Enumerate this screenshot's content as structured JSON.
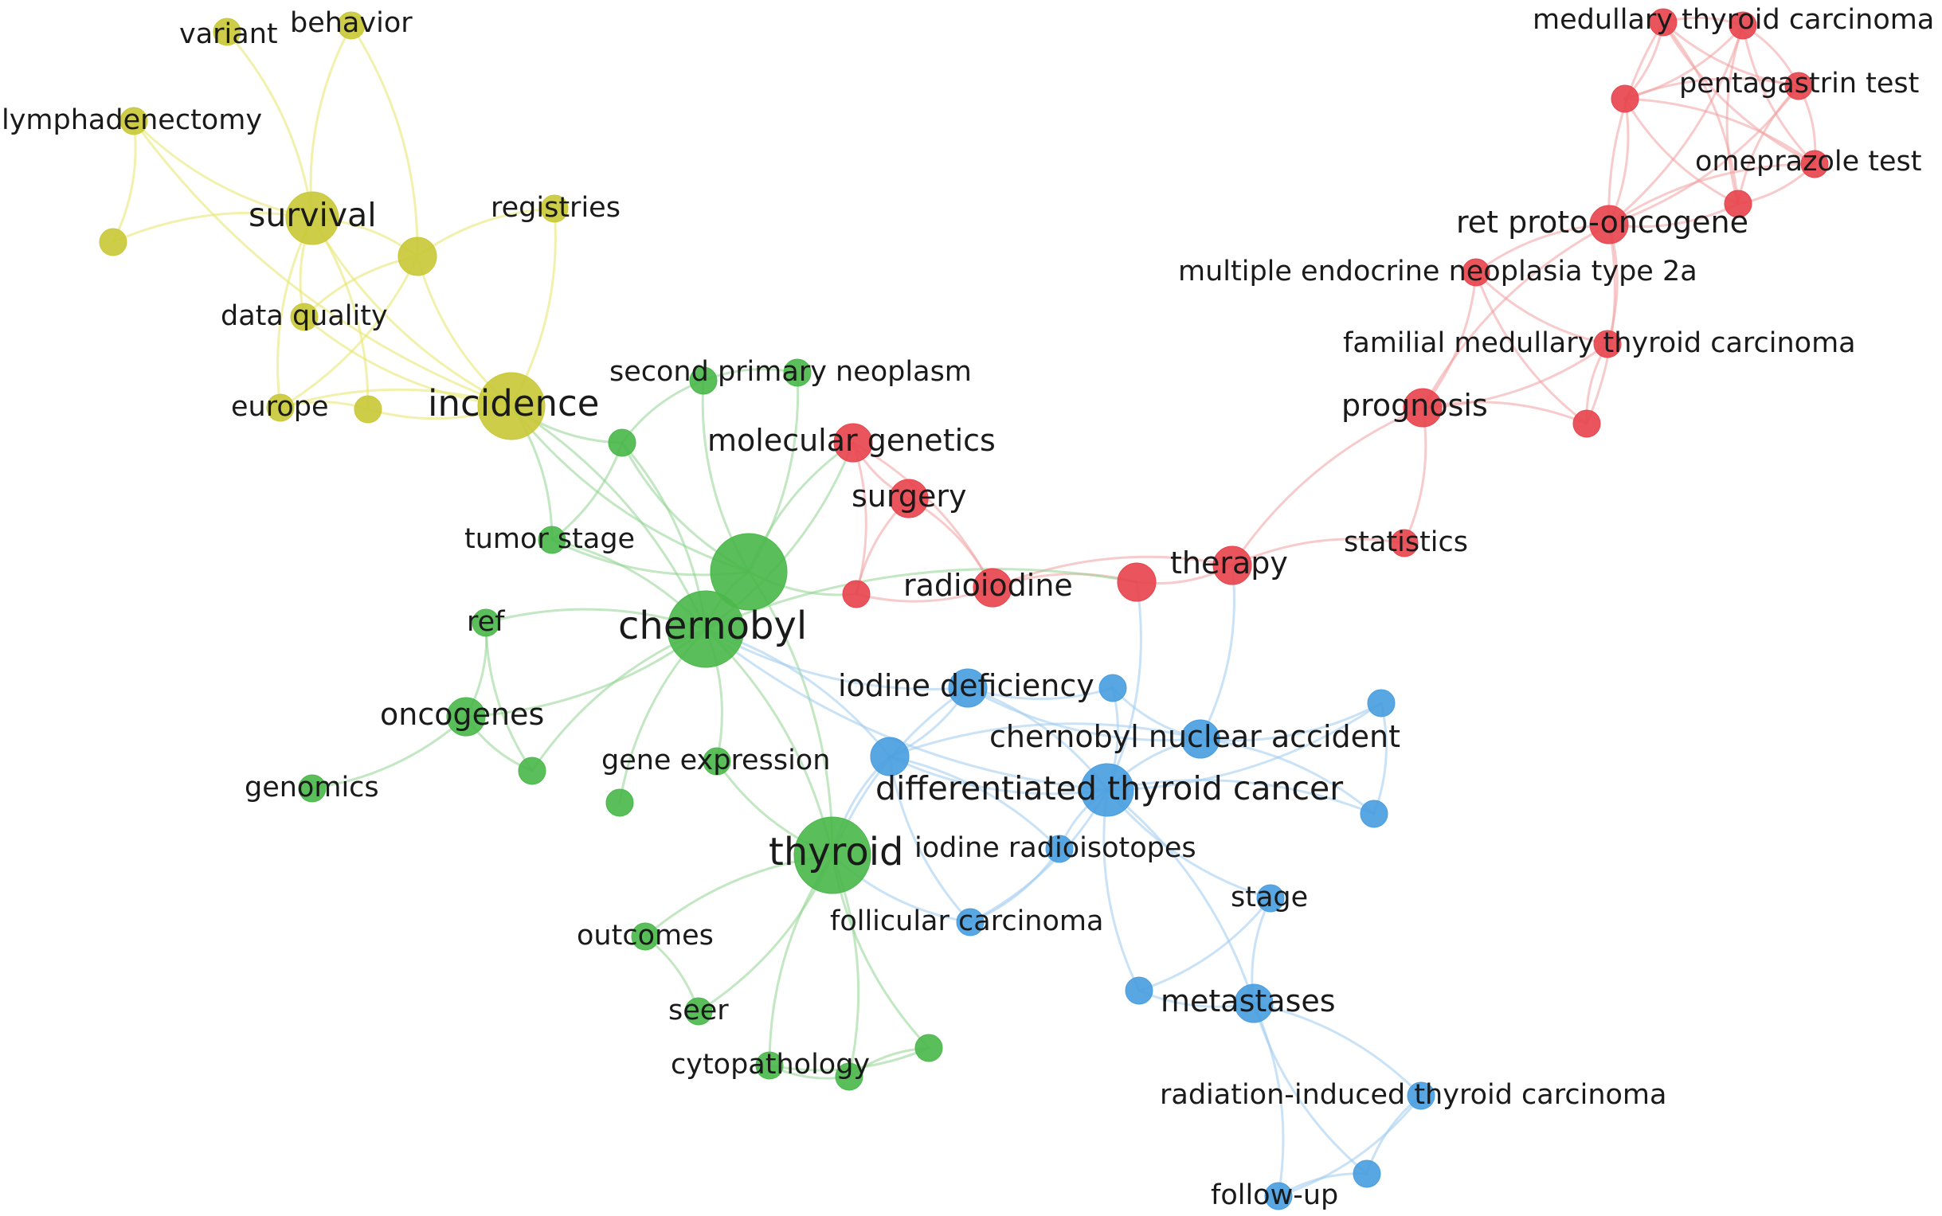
{
  "clusters": {
    "yellow": "#c9c93a",
    "green": "#4cb84c",
    "red": "#e8454e",
    "blue": "#4a9ee0"
  },
  "edge_colors": {
    "yellow": "#e6e66a",
    "green": "#8fd48f",
    "red": "#f0a0a0",
    "blue": "#9ecbef"
  },
  "nodes": [
    {
      "id": "variant",
      "label": "variant",
      "cluster": "yellow",
      "weight": 1
    },
    {
      "id": "behavior",
      "label": "behavior",
      "cluster": "yellow",
      "weight": 1
    },
    {
      "id": "lymphadenectomy",
      "label": "lymphadenectomy",
      "cluster": "yellow",
      "weight": 1
    },
    {
      "id": "y_unlabeled_1",
      "label": "",
      "cluster": "yellow",
      "weight": 1
    },
    {
      "id": "survival",
      "label": "survival",
      "cluster": "yellow",
      "weight": 3
    },
    {
      "id": "y_unlabeled_2",
      "label": "",
      "cluster": "yellow",
      "weight": 2
    },
    {
      "id": "registries",
      "label": "registries",
      "cluster": "yellow",
      "weight": 1
    },
    {
      "id": "data_quality",
      "label": "data quality",
      "cluster": "yellow",
      "weight": 1
    },
    {
      "id": "europe",
      "label": "europe",
      "cluster": "yellow",
      "weight": 1
    },
    {
      "id": "y_unlabeled_3",
      "label": "",
      "cluster": "yellow",
      "weight": 1
    },
    {
      "id": "incidence",
      "label": "incidence",
      "cluster": "yellow",
      "weight": 4
    },
    {
      "id": "second_primary_neoplasm",
      "label": "second primary neoplasm",
      "cluster": "green",
      "weight": 1
    },
    {
      "id": "g_unlabeled_1",
      "label": "",
      "cluster": "green",
      "weight": 1
    },
    {
      "id": "g_unlabeled_2",
      "label": "",
      "cluster": "green",
      "weight": 1
    },
    {
      "id": "tumor_stage",
      "label": "tumor stage",
      "cluster": "green",
      "weight": 1
    },
    {
      "id": "g_hub",
      "label": "",
      "cluster": "green",
      "weight": 5
    },
    {
      "id": "chernobyl",
      "label": "chernobyl",
      "cluster": "green",
      "weight": 5
    },
    {
      "id": "ref",
      "label": "ref",
      "cluster": "green",
      "weight": 1
    },
    {
      "id": "oncogenes",
      "label": "oncogenes",
      "cluster": "green",
      "weight": 2
    },
    {
      "id": "genomics",
      "label": "genomics",
      "cluster": "green",
      "weight": 1
    },
    {
      "id": "g_unlabeled_3",
      "label": "",
      "cluster": "green",
      "weight": 1
    },
    {
      "id": "gene_expression",
      "label": "gene expression",
      "cluster": "green",
      "weight": 1
    },
    {
      "id": "g_unlabeled_4",
      "label": "",
      "cluster": "green",
      "weight": 1
    },
    {
      "id": "thyroid",
      "label": "thyroid",
      "cluster": "green",
      "weight": 5
    },
    {
      "id": "outcomes",
      "label": "outcomes",
      "cluster": "green",
      "weight": 1
    },
    {
      "id": "seer",
      "label": "seer",
      "cluster": "green",
      "weight": 1
    },
    {
      "id": "cytopathology",
      "label": "cytopathology",
      "cluster": "green",
      "weight": 1
    },
    {
      "id": "g_unlabeled_5",
      "label": "",
      "cluster": "green",
      "weight": 1
    },
    {
      "id": "g_unlabeled_6",
      "label": "",
      "cluster": "green",
      "weight": 1
    },
    {
      "id": "medullary_thyroid_carcinoma",
      "label": "medullary thyroid carcinoma",
      "cluster": "red",
      "weight": 1
    },
    {
      "id": "r_unlabeled_1",
      "label": "",
      "cluster": "red",
      "weight": 1
    },
    {
      "id": "pentagastrin_test",
      "label": "pentagastrin test",
      "cluster": "red",
      "weight": 1
    },
    {
      "id": "r_unlabeled_2",
      "label": "",
      "cluster": "red",
      "weight": 1
    },
    {
      "id": "omeprazole_test",
      "label": "omeprazole test",
      "cluster": "red",
      "weight": 1
    },
    {
      "id": "r_unlabeled_3",
      "label": "",
      "cluster": "red",
      "weight": 1
    },
    {
      "id": "ret_proto_oncogene",
      "label": "ret proto-oncogene",
      "cluster": "red",
      "weight": 2
    },
    {
      "id": "men2a",
      "label": "multiple endocrine neoplasia type 2a",
      "cluster": "red",
      "weight": 1
    },
    {
      "id": "familial_mtc",
      "label": "familial medullary thyroid carcinoma",
      "cluster": "red",
      "weight": 1
    },
    {
      "id": "prognosis",
      "label": "prognosis",
      "cluster": "red",
      "weight": 2
    },
    {
      "id": "r_unlabeled_4",
      "label": "",
      "cluster": "red",
      "weight": 1
    },
    {
      "id": "molecular_genetics",
      "label": "molecular genetics",
      "cluster": "red",
      "weight": 2
    },
    {
      "id": "surgery",
      "label": "surgery",
      "cluster": "red",
      "weight": 2
    },
    {
      "id": "r_unlabeled_5",
      "label": "",
      "cluster": "red",
      "weight": 1
    },
    {
      "id": "radioiodine",
      "label": "radioiodine",
      "cluster": "red",
      "weight": 2
    },
    {
      "id": "r_unlabeled_6",
      "label": "",
      "cluster": "red",
      "weight": 2
    },
    {
      "id": "therapy",
      "label": "therapy",
      "cluster": "red",
      "weight": 2
    },
    {
      "id": "statistics",
      "label": "statistics",
      "cluster": "red",
      "weight": 1
    },
    {
      "id": "iodine_deficiency",
      "label": "iodine deficiency",
      "cluster": "blue",
      "weight": 2
    },
    {
      "id": "b_unlabeled_1",
      "label": "",
      "cluster": "blue",
      "weight": 1
    },
    {
      "id": "b_unlabeled_2",
      "label": "",
      "cluster": "blue",
      "weight": 2
    },
    {
      "id": "chernobyl_nuclear_accident",
      "label": "chernobyl nuclear accident",
      "cluster": "blue",
      "weight": 2
    },
    {
      "id": "b_unlabeled_3",
      "label": "",
      "cluster": "blue",
      "weight": 1
    },
    {
      "id": "b_unlabeled_4",
      "label": "",
      "cluster": "blue",
      "weight": 1
    },
    {
      "id": "differentiated_thyroid_cancer",
      "label": "differentiated thyroid cancer",
      "cluster": "blue",
      "weight": 3
    },
    {
      "id": "iodine_radioisotopes",
      "label": "iodine radioisotopes",
      "cluster": "blue",
      "weight": 1
    },
    {
      "id": "follicular_carcinoma",
      "label": "follicular carcinoma",
      "cluster": "blue",
      "weight": 1
    },
    {
      "id": "stage",
      "label": "stage",
      "cluster": "blue",
      "weight": 1
    },
    {
      "id": "b_unlabeled_5",
      "label": "",
      "cluster": "blue",
      "weight": 1
    },
    {
      "id": "metastases",
      "label": "metastases",
      "cluster": "blue",
      "weight": 2
    },
    {
      "id": "radiation_induced_tc",
      "label": "radiation-induced thyroid carcinoma",
      "cluster": "blue",
      "weight": 1
    },
    {
      "id": "b_unlabeled_6",
      "label": "",
      "cluster": "blue",
      "weight": 1
    },
    {
      "id": "follow_up",
      "label": "follow-up",
      "cluster": "blue",
      "weight": 1
    }
  ],
  "edges": [
    [
      "variant",
      "survival"
    ],
    [
      "behavior",
      "survival"
    ],
    [
      "behavior",
      "y_unlabeled_2"
    ],
    [
      "lymphadenectomy",
      "survival"
    ],
    [
      "lymphadenectomy",
      "y_unlabeled_1"
    ],
    [
      "lymphadenectomy",
      "incidence"
    ],
    [
      "y_unlabeled_1",
      "survival"
    ],
    [
      "survival",
      "incidence"
    ],
    [
      "survival",
      "y_unlabeled_2"
    ],
    [
      "survival",
      "data_quality"
    ],
    [
      "survival",
      "y_unlabeled_3"
    ],
    [
      "survival",
      "europe"
    ],
    [
      "y_unlabeled_2",
      "registries"
    ],
    [
      "y_unlabeled_2",
      "incidence"
    ],
    [
      "y_unlabeled_2",
      "europe"
    ],
    [
      "y_unlabeled_2",
      "data_quality"
    ],
    [
      "registries",
      "incidence"
    ],
    [
      "data_quality",
      "incidence"
    ],
    [
      "europe",
      "incidence"
    ],
    [
      "y_unlabeled_3",
      "incidence"
    ],
    [
      "europe",
      "y_unlabeled_3"
    ],
    [
      "incidence",
      "g_unlabeled_2"
    ],
    [
      "incidence",
      "tumor_stage"
    ],
    [
      "incidence",
      "g_hub"
    ],
    [
      "incidence",
      "chernobyl"
    ],
    [
      "g_unlabeled_1",
      "g_hub"
    ],
    [
      "g_unlabeled_1",
      "second_primary_neoplasm"
    ],
    [
      "g_unlabeled_1",
      "g_unlabeled_2"
    ],
    [
      "g_unlabeled_2",
      "tumor_stage"
    ],
    [
      "g_unlabeled_2",
      "g_hub"
    ],
    [
      "g_unlabeled_2",
      "chernobyl"
    ],
    [
      "tumor_stage",
      "g_hub"
    ],
    [
      "tumor_stage",
      "chernobyl"
    ],
    [
      "g_hub",
      "chernobyl"
    ],
    [
      "g_hub",
      "thyroid"
    ],
    [
      "g_hub",
      "second_primary_neoplasm"
    ],
    [
      "chernobyl",
      "thyroid"
    ],
    [
      "chernobyl",
      "ref"
    ],
    [
      "chernobyl",
      "oncogenes"
    ],
    [
      "chernobyl",
      "g_unlabeled_3"
    ],
    [
      "chernobyl",
      "gene_expression"
    ],
    [
      "chernobyl",
      "g_unlabeled_4"
    ],
    [
      "ref",
      "oncogenes"
    ],
    [
      "ref",
      "g_unlabeled_3"
    ],
    [
      "oncogenes",
      "genomics"
    ],
    [
      "oncogenes",
      "g_unlabeled_3"
    ],
    [
      "thyroid",
      "gene_expression"
    ],
    [
      "thyroid",
      "outcomes"
    ],
    [
      "thyroid",
      "seer"
    ],
    [
      "thyroid",
      "cytopathology"
    ],
    [
      "thyroid",
      "g_unlabeled_5"
    ],
    [
      "thyroid",
      "g_unlabeled_6"
    ],
    [
      "outcomes",
      "seer"
    ],
    [
      "cytopathology",
      "g_unlabeled_5"
    ],
    [
      "g_unlabeled_5",
      "g_unlabeled_6"
    ],
    [
      "cytopathology",
      "g_unlabeled_6"
    ],
    [
      "medullary_thyroid_carcinoma",
      "r_unlabeled_1"
    ],
    [
      "medullary_thyroid_carcinoma",
      "pentagastrin_test"
    ],
    [
      "medullary_thyroid_carcinoma",
      "r_unlabeled_2"
    ],
    [
      "medullary_thyroid_carcinoma",
      "omeprazole_test"
    ],
    [
      "medullary_thyroid_carcinoma",
      "r_unlabeled_3"
    ],
    [
      "medullary_thyroid_carcinoma",
      "ret_proto_oncogene"
    ],
    [
      "r_unlabeled_1",
      "pentagastrin_test"
    ],
    [
      "r_unlabeled_1",
      "r_unlabeled_2"
    ],
    [
      "r_unlabeled_1",
      "omeprazole_test"
    ],
    [
      "r_unlabeled_1",
      "r_unlabeled_3"
    ],
    [
      "r_unlabeled_1",
      "ret_proto_oncogene"
    ],
    [
      "pentagastrin_test",
      "r_unlabeled_2"
    ],
    [
      "pentagastrin_test",
      "omeprazole_test"
    ],
    [
      "pentagastrin_test",
      "r_unlabeled_3"
    ],
    [
      "pentagastrin_test",
      "ret_proto_oncogene"
    ],
    [
      "r_unlabeled_2",
      "omeprazole_test"
    ],
    [
      "r_unlabeled_2",
      "ret_proto_oncogene"
    ],
    [
      "r_unlabeled_2",
      "r_unlabeled_3"
    ],
    [
      "omeprazole_test",
      "r_unlabeled_3"
    ],
    [
      "omeprazole_test",
      "ret_proto_oncogene"
    ],
    [
      "r_unlabeled_3",
      "ret_proto_oncogene"
    ],
    [
      "ret_proto_oncogene",
      "men2a"
    ],
    [
      "ret_proto_oncogene",
      "familial_mtc"
    ],
    [
      "ret_proto_oncogene",
      "prognosis"
    ],
    [
      "ret_proto_oncogene",
      "r_unlabeled_4"
    ],
    [
      "men2a",
      "familial_mtc"
    ],
    [
      "men2a",
      "prognosis"
    ],
    [
      "men2a",
      "r_unlabeled_4"
    ],
    [
      "familial_mtc",
      "prognosis"
    ],
    [
      "familial_mtc",
      "r_unlabeled_4"
    ],
    [
      "prognosis",
      "r_unlabeled_4"
    ],
    [
      "prognosis",
      "therapy"
    ],
    [
      "prognosis",
      "statistics"
    ],
    [
      "statistics",
      "therapy"
    ],
    [
      "therapy",
      "r_unlabeled_6"
    ],
    [
      "therapy",
      "radioiodine"
    ],
    [
      "therapy",
      "chernobyl_nuclear_accident"
    ],
    [
      "r_unlabeled_6",
      "radioiodine"
    ],
    [
      "r_unlabeled_6",
      "differentiated_thyroid_cancer"
    ],
    [
      "radioiodine",
      "surgery"
    ],
    [
      "radioiodine",
      "r_unlabeled_5"
    ],
    [
      "radioiodine",
      "molecular_genetics"
    ],
    [
      "surgery",
      "molecular_genetics"
    ],
    [
      "surgery",
      "r_unlabeled_5"
    ],
    [
      "molecular_genetics",
      "r_unlabeled_5"
    ],
    [
      "molecular_genetics",
      "g_hub"
    ],
    [
      "r_unlabeled_5",
      "g_hub"
    ],
    [
      "r_unlabeled_6",
      "chernobyl"
    ],
    [
      "molecular_genetics",
      "chernobyl"
    ],
    [
      "chernobyl",
      "iodine_deficiency"
    ],
    [
      "chernobyl",
      "b_unlabeled_2"
    ],
    [
      "chernobyl",
      "differentiated_thyroid_cancer"
    ],
    [
      "thyroid",
      "b_unlabeled_2"
    ],
    [
      "thyroid",
      "follicular_carcinoma"
    ],
    [
      "thyroid",
      "iodine_deficiency"
    ],
    [
      "iodine_deficiency",
      "b_unlabeled_1"
    ],
    [
      "iodine_deficiency",
      "b_unlabeled_2"
    ],
    [
      "iodine_deficiency",
      "chernobyl_nuclear_accident"
    ],
    [
      "iodine_deficiency",
      "differentiated_thyroid_cancer"
    ],
    [
      "b_unlabeled_1",
      "chernobyl_nuclear_accident"
    ],
    [
      "b_unlabeled_1",
      "differentiated_thyroid_cancer"
    ],
    [
      "b_unlabeled_2",
      "differentiated_thyroid_cancer"
    ],
    [
      "b_unlabeled_2",
      "iodine_radioisotopes"
    ],
    [
      "b_unlabeled_2",
      "follicular_carcinoma"
    ],
    [
      "b_unlabeled_2",
      "chernobyl_nuclear_accident"
    ],
    [
      "chernobyl_nuclear_accident",
      "b_unlabeled_3"
    ],
    [
      "chernobyl_nuclear_accident",
      "b_unlabeled_4"
    ],
    [
      "chernobyl_nuclear_accident",
      "differentiated_thyroid_cancer"
    ],
    [
      "b_unlabeled_3",
      "b_unlabeled_4"
    ],
    [
      "differentiated_thyroid_cancer",
      "b_unlabeled_3"
    ],
    [
      "differentiated_thyroid_cancer",
      "b_unlabeled_4"
    ],
    [
      "differentiated_thyroid_cancer",
      "iodine_radioisotopes"
    ],
    [
      "differentiated_thyroid_cancer",
      "follicular_carcinoma"
    ],
    [
      "differentiated_thyroid_cancer",
      "stage"
    ],
    [
      "differentiated_thyroid_cancer",
      "metastases"
    ],
    [
      "differentiated_thyroid_cancer",
      "b_unlabeled_5"
    ],
    [
      "iodine_radioisotopes",
      "follicular_carcinoma"
    ],
    [
      "stage",
      "metastases"
    ],
    [
      "stage",
      "b_unlabeled_5"
    ],
    [
      "b_unlabeled_5",
      "metastases"
    ],
    [
      "metastases",
      "radiation_induced_tc"
    ],
    [
      "metastases",
      "b_unlabeled_6"
    ],
    [
      "metastases",
      "follow_up"
    ],
    [
      "radiation_induced_tc",
      "b_unlabeled_6"
    ],
    [
      "radiation_induced_tc",
      "follow_up"
    ],
    [
      "b_unlabeled_6",
      "follow_up"
    ]
  ]
}
